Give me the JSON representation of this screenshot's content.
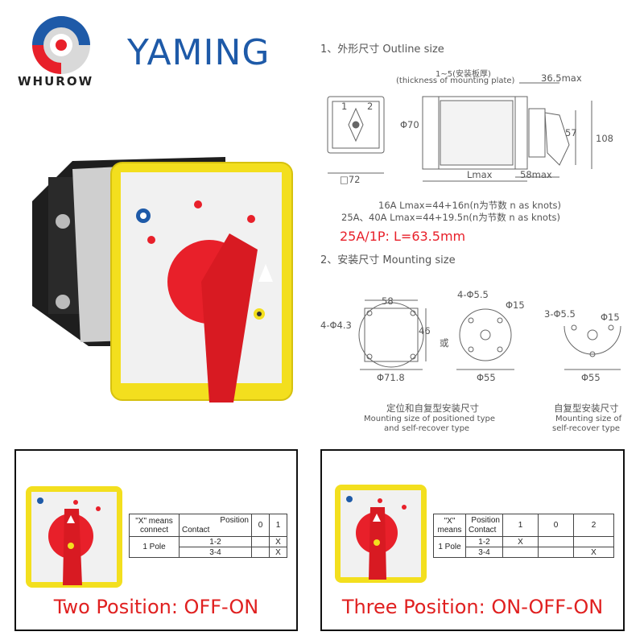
{
  "brand": {
    "name": "YAMING",
    "sub": "WHUROW"
  },
  "outline": {
    "heading": "1、外形尺寸 Outline size",
    "mount_thickness_cn": "1~5(安装板厚)",
    "mount_thickness_en": "(thickness of mounting plate)",
    "dim_365": "36.5max",
    "dim_70": "Φ70",
    "dim_72": "□72",
    "dim_lmax": "Lmax",
    "dim_58": "58max",
    "dim_57": "57",
    "dim_108": "108",
    "pos_1": "1",
    "pos_2": "2",
    "formula_16a": "16A  Lmax=44+16n(n为节数  n as knots)",
    "formula_25a": "25A、40A  Lmax=44+19.5n(n为节数  n as knots)"
  },
  "note_red": "25A/1P:  L=63.5mm",
  "mounting": {
    "heading": "2、安装尺寸 Mounting size",
    "d1": {
      "top": "58",
      "side": "46",
      "holes": "4-Φ4.3",
      "diam": "Φ71.8",
      "or": "或"
    },
    "d2": {
      "holes": "4-Φ5.5",
      "center": "Φ15",
      "diam": "Φ55"
    },
    "d3": {
      "holes": "3-Φ5.5",
      "center": "Φ15",
      "diam": "Φ55"
    },
    "caption_left_cn": "定位和自复型安装尺寸",
    "caption_left_en1": "Mounting size of positioned type",
    "caption_left_en2": "and self-recover type",
    "caption_right_cn": "自复型安装尺寸",
    "caption_right_en1": "Mounting size of",
    "caption_right_en2": "self-recover type"
  },
  "two_position": {
    "caption": "Two Position: OFF-ON",
    "table": {
      "legend_1": "\"X\" means",
      "legend_2": "connect",
      "position": "Position",
      "contact": "Contact",
      "positions": [
        "0",
        "1"
      ],
      "pole": "1 Pole",
      "rows": [
        {
          "contact": "1-2",
          "marks": [
            "",
            "X"
          ]
        },
        {
          "contact": "3-4",
          "marks": [
            "",
            "X"
          ]
        }
      ]
    }
  },
  "three_position": {
    "caption": "Three Position: ON-OFF-ON",
    "table": {
      "legend_1": "\"X\"",
      "legend_2": "means",
      "position": "Position",
      "contact": "Contact",
      "positions": [
        "1",
        "0",
        "2"
      ],
      "pole": "1 Pole",
      "rows": [
        {
          "contact": "1-2",
          "marks": [
            "X",
            "",
            ""
          ]
        },
        {
          "contact": "3-4",
          "marks": [
            "",
            "",
            "X"
          ]
        }
      ]
    }
  },
  "colors": {
    "brand_blue": "#1e5aa8",
    "caption_red": "#e02020",
    "knob_red": "#e8202a",
    "frame_yellow": "#f3df1e"
  }
}
